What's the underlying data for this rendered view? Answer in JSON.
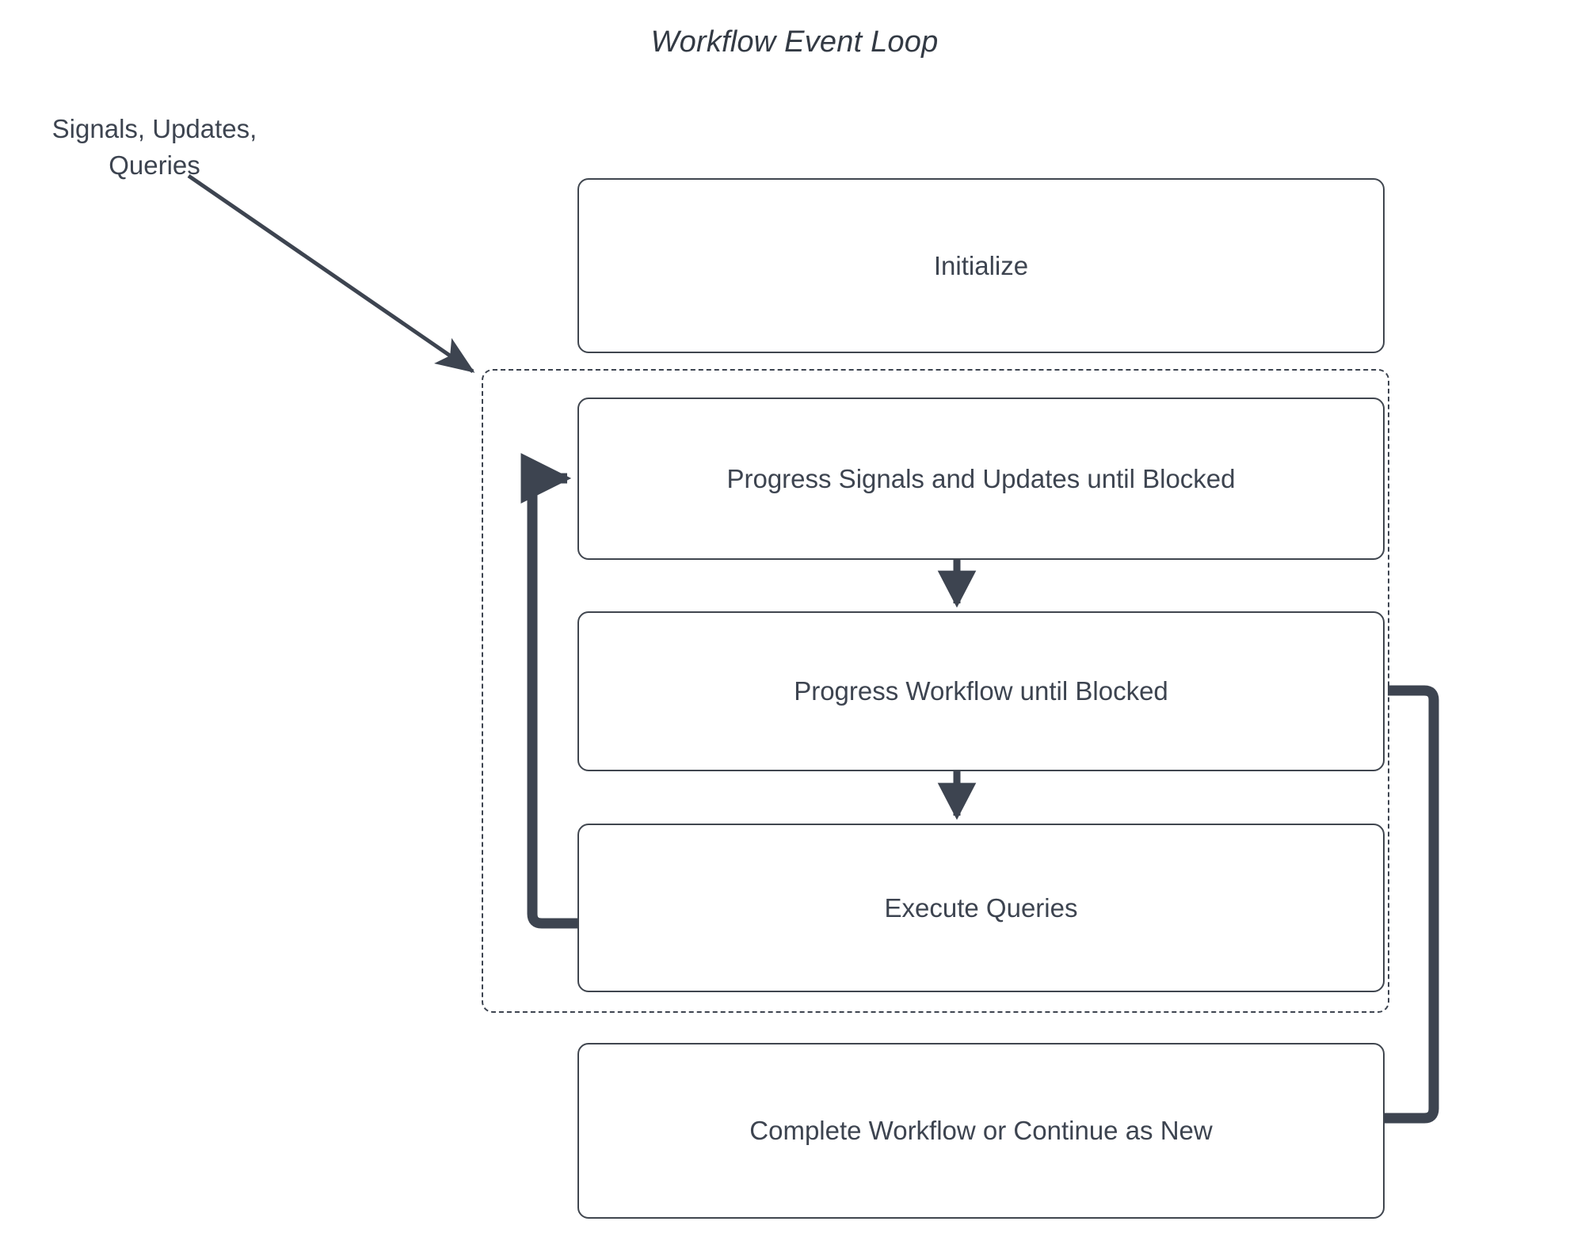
{
  "diagram": {
    "title": "Workflow Event Loop",
    "type": "flowchart",
    "background_color": "#ffffff",
    "stroke_color": "#3d4450",
    "node_border_color": "#40464f",
    "text_color": "#3d4450",
    "external_label": "Signals, Updates,\nQueries",
    "external_label_line1": "Signals, Updates,",
    "external_label_line2": "Queries",
    "loop_container": {
      "name": "event-loop-region",
      "border_style": "dashed",
      "label": ""
    },
    "nodes": [
      {
        "id": "initialize",
        "label": "Initialize"
      },
      {
        "id": "progress-signals",
        "label": "Progress Signals and Updates until Blocked"
      },
      {
        "id": "progress-workflow",
        "label": "Progress Workflow until Blocked"
      },
      {
        "id": "execute-queries",
        "label": "Execute Queries"
      },
      {
        "id": "complete-workflow",
        "label": "Complete Workflow or Continue as New"
      }
    ],
    "edges": [
      {
        "from": "external-signals-updates-queries",
        "to": "event-loop-region",
        "style": "thin-diagonal-arrow"
      },
      {
        "from": "progress-signals",
        "to": "progress-workflow",
        "style": "thin-vertical-arrow"
      },
      {
        "from": "progress-workflow",
        "to": "execute-queries",
        "style": "thin-vertical-arrow"
      },
      {
        "from": "execute-queries",
        "to": "progress-signals",
        "style": "thick-loop-back-arrow"
      },
      {
        "from": "progress-workflow",
        "to": "complete-workflow",
        "style": "thick-right-exit-arrow"
      }
    ]
  }
}
